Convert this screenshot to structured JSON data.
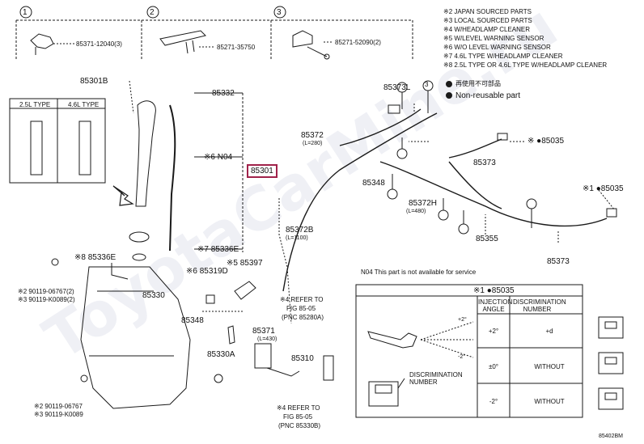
{
  "callouts": [
    {
      "num": "1",
      "part": "85371-12040(3)"
    },
    {
      "num": "2",
      "part": "85271-35750"
    },
    {
      "num": "3",
      "part": "85271-52090(2)"
    }
  ],
  "notes": [
    "※2 JAPAN SOURCED PARTS",
    "※3 LOCAL SOURCED PARTS",
    "※4 W/HEADLAMP CLEANER",
    "※5 W/LEVEL WARNING SENSOR",
    "※6 W/O LEVEL WARNING SENSOR",
    "※7 4.6L TYPE W/HEADLAMP CLEANER",
    "※8 2.5L TYPE OR 4.6L TYPE W/HEADLAMP CLEANER"
  ],
  "legend": {
    "reusable": "再使用不可部品",
    "nonreusable": "Non-reusable part",
    "open_num": "3"
  },
  "type_box": {
    "left": "2.5L TYPE",
    "right": "4.6L TYPE"
  },
  "labels": {
    "p85301b": "85301B",
    "p85332": "85332",
    "p6n04": "※6 N04",
    "p85301": "85301",
    "p85336e_r": "※7 85336E",
    "p85336e_l": "※8 85336E",
    "p90119_a": "※2 90119-06767(2)",
    "p90119_b": "※3 90119-K0089(2)",
    "p85330": "85330",
    "p85319d": "※6 85319D",
    "p85397": "※5 85397",
    "p85348": "85348",
    "p85371": "85371",
    "p85371_len": "(L=430)",
    "p85330a": "85330A",
    "p85310": "85310",
    "p90119_c": "※2 90119-06767",
    "p90119_d": "※3 90119-K0089",
    "p85373l": "85373L",
    "p85372": "85372",
    "p85372_len": "(L=280)",
    "p85348b": "85348",
    "p85372h": "85372H",
    "p85372h_len": "(L=480)",
    "p85355": "85355",
    "p85372b": "85372B",
    "p85372b_len": "(L=1100)",
    "p85373a": "85373",
    "p85373b": "85373",
    "p85035a": "※ ●85035",
    "p85035b": "※1 ●85035",
    "ref1_a": "※4 REFER TO",
    "ref1_b": "FIG 85-05",
    "ref1_c": "(PNC 85280A)",
    "ref2_a": "※4 REFER TO",
    "ref2_b": "FIG 85-05",
    "ref2_c": "(PNC 85330B)",
    "n04_note": "N04   This part is not available for service",
    "code": "85402BM"
  },
  "inset": {
    "title": "※1 ●85035",
    "col_angle": "INJECTION ANGLE",
    "col_disc": "DISCRIMINATION NUMBER",
    "rows": [
      {
        "angle": "+2°",
        "disc": "+d"
      },
      {
        "angle": "±0°",
        "disc": "WITHOUT"
      },
      {
        "angle": "-2°",
        "disc": "WITHOUT"
      }
    ],
    "side_plus": "+2°",
    "side_minus": "-2°",
    "disc_label_a": "DISCRIMINATION",
    "disc_label_b": "NUMBER"
  },
  "watermark": "ToyotaCarMine.ru",
  "colors": {
    "highlight": "#a0224a",
    "line": "#1a1a1a"
  }
}
